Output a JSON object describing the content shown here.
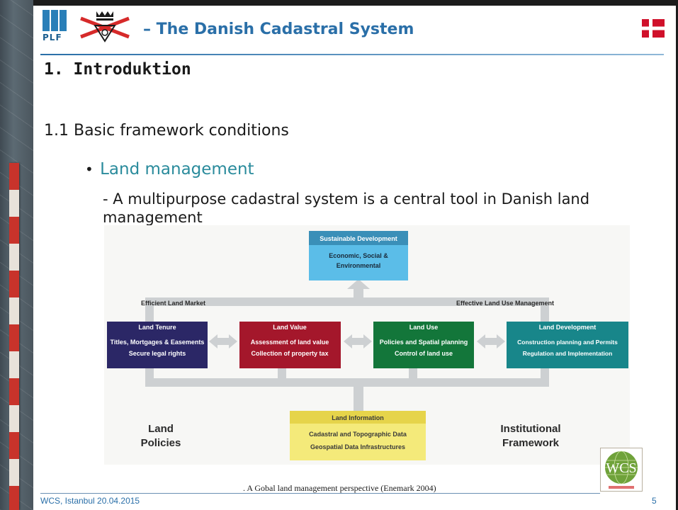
{
  "header": {
    "title": "– The Danish Cadastral System",
    "plf_logo": "PLF"
  },
  "section": {
    "heading": "1.  Introduktion",
    "subheading": "1.1  Basic framework conditions"
  },
  "bullet": {
    "label": "Land management",
    "text": "- A multipurpose cadastral system is a central tool in Danish land management"
  },
  "diagram": {
    "top": {
      "title": "Sustainable Development",
      "body1": "Economic, Social &",
      "body2": "Environmental"
    },
    "left_label": "Efficient Land Market",
    "right_label": "Effective Land Use Management",
    "boxes": [
      {
        "title": "Land Tenure",
        "line1": "Titles, Mortgages & Easements",
        "line2": "Secure legal rights"
      },
      {
        "title": "Land Value",
        "line1": "Assessment of land value",
        "line2": "Collection of property tax"
      },
      {
        "title": "Land Use",
        "line1": "Policies and Spatial planning",
        "line2": "Control of land use"
      },
      {
        "title": "Land Development",
        "line1": "Construction planning and Permits",
        "line2": "Regulation and Implementation"
      }
    ],
    "bottom": {
      "title": "Land Information",
      "line1": "Cadastral and Topographic Data",
      "line2": "Geospatial Data Infrastructures"
    },
    "left_foot1": "Land",
    "left_foot2": "Policies",
    "right_foot1": "Institutional",
    "right_foot2": "Framework",
    "colors": {
      "top": "#5bbde8",
      "tenure": "#2b2766",
      "value": "#a4172b",
      "use": "#13763a",
      "development": "#18868a",
      "info": "#f4ea7a"
    }
  },
  "caption": ". A Gobal land management perspective (Enemark 2004)",
  "footer": {
    "text": "WCS, Istanbul 20.04.2015",
    "page": "5"
  },
  "wcs_logo": "WCS"
}
